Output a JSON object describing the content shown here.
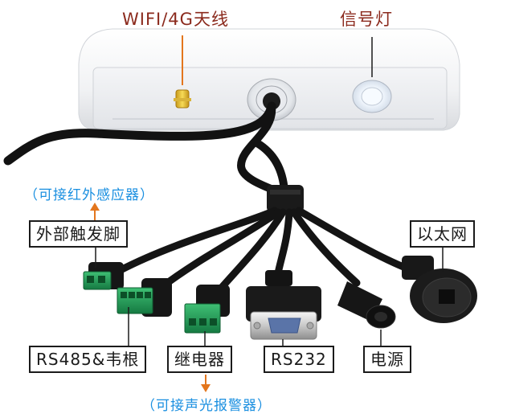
{
  "callouts": {
    "antenna": "WIFI/4G天线",
    "signal_light": "信号灯"
  },
  "labels": {
    "external_trigger": "外部触发脚",
    "ethernet": "以太网",
    "rs485_relay_root": "RS485&韦根",
    "relay": "继电器",
    "rs232": "RS232",
    "power": "电源"
  },
  "notes": {
    "infrared_sensor": "（可接红外感应器）",
    "sound_light_alarm": "（可接声光报警器）"
  },
  "colors": {
    "callout_text": "#8b2a1d",
    "note_text": "#1a8fe0",
    "arrow_orange": "#e3761d",
    "connector_green": "#1c9a55"
  }
}
